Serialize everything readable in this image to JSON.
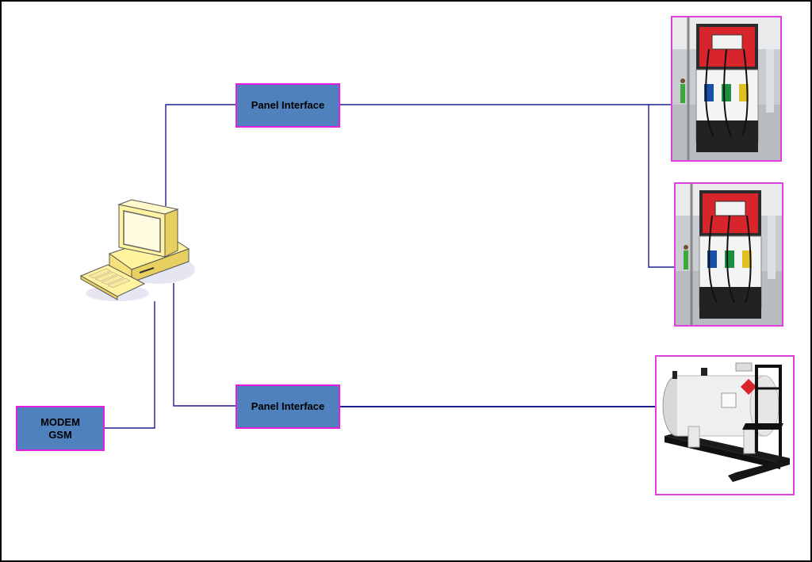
{
  "nodes": {
    "panel_top": {
      "label": "Panel Interface"
    },
    "panel_bottom": {
      "label": "Panel Interface"
    },
    "modem": {
      "line1": "MODEM",
      "line2": "GSM"
    }
  },
  "devices": {
    "computer": {
      "icon": "desktop-computer-icon"
    },
    "pump_1": {
      "icon": "fuel-dispenser-icon"
    },
    "pump_2": {
      "icon": "fuel-dispenser-icon"
    },
    "tank": {
      "icon": "fuel-tank-icon"
    }
  },
  "colors": {
    "box_fill": "#4f81bd",
    "box_border": "#e31ee3",
    "wire": "#1f1f8f",
    "frame_border": "#e040e0",
    "pump_red": "#d8242b"
  }
}
